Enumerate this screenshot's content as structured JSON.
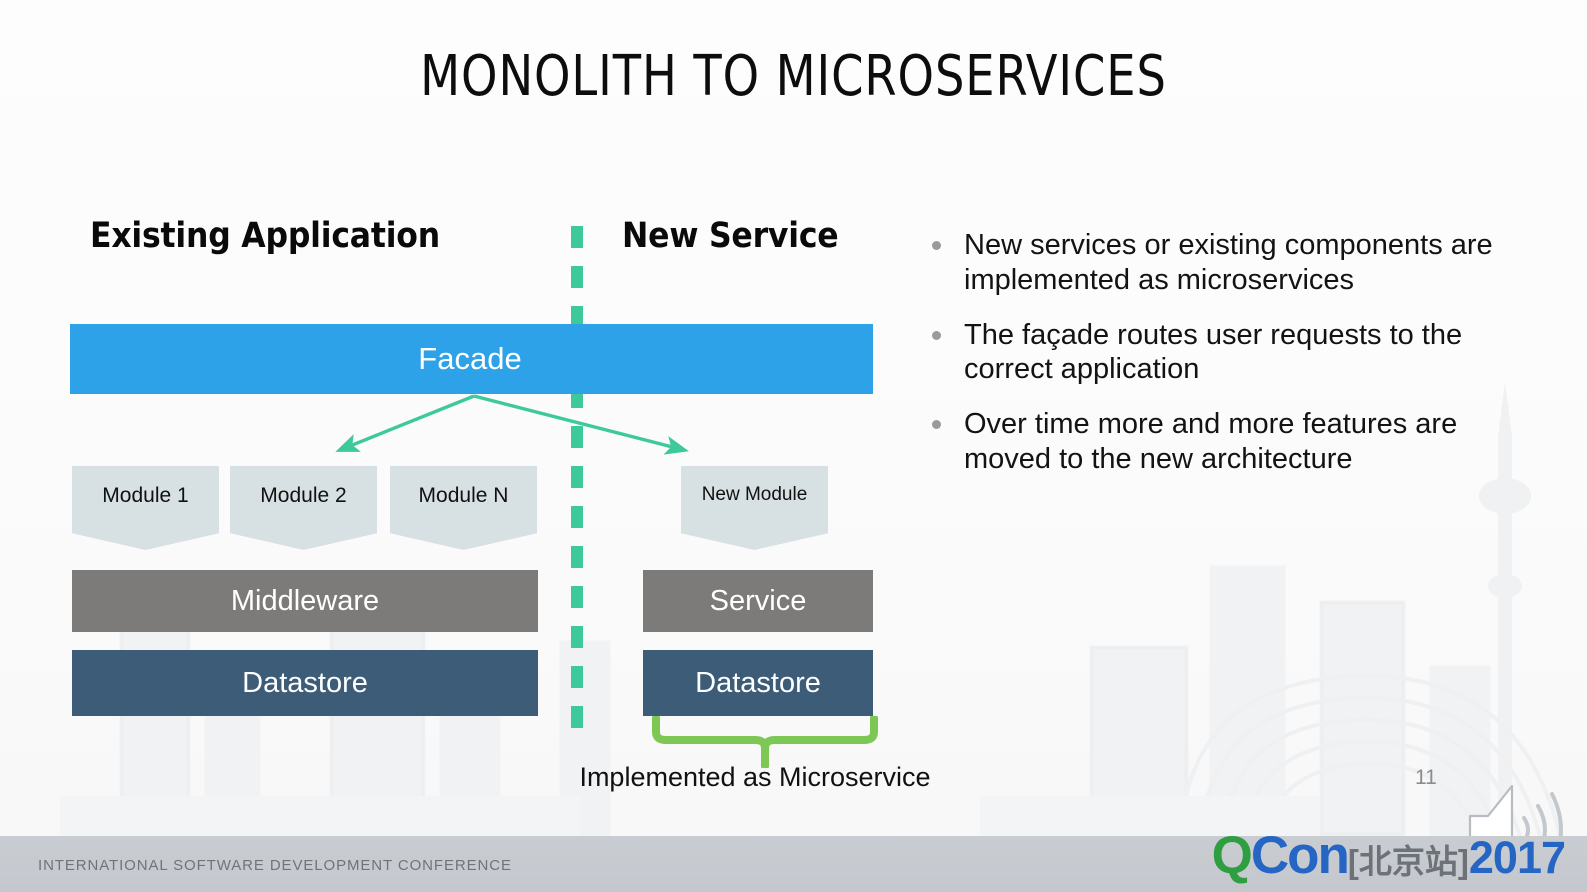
{
  "slide": {
    "title": "MONOLITH TO MICROSERVICES",
    "page_number": "11"
  },
  "diagram": {
    "headings": {
      "left": "Existing Application",
      "right": "New Service"
    },
    "facade": "Facade",
    "left_column": {
      "modules": [
        "Module 1",
        "Module 2",
        "Module N"
      ],
      "middleware": "Middleware",
      "datastore": "Datastore"
    },
    "right_column": {
      "module": "New Module",
      "service": "Service",
      "datastore": "Datastore"
    },
    "caption": "Implemented as Microservice",
    "colors": {
      "facade": "#2da2e8",
      "module": "#d7e0e2",
      "middleware": "#7c7b79",
      "datastore": "#3c5c77",
      "divider": "#3ec99a",
      "arrow": "#3ec99a",
      "brace": "#7dc855"
    }
  },
  "bullets": [
    "New services or existing components are implemented as microservices",
    "The façade routes user requests to the correct application",
    "Over time more and more features are moved to the new architecture"
  ],
  "footer": {
    "tagline": "INTERNATIONAL SOFTWARE DEVELOPMENT CONFERENCE",
    "logo": {
      "q": "Q",
      "con": "Con",
      "city": "[北京站]",
      "year": "2017"
    }
  }
}
